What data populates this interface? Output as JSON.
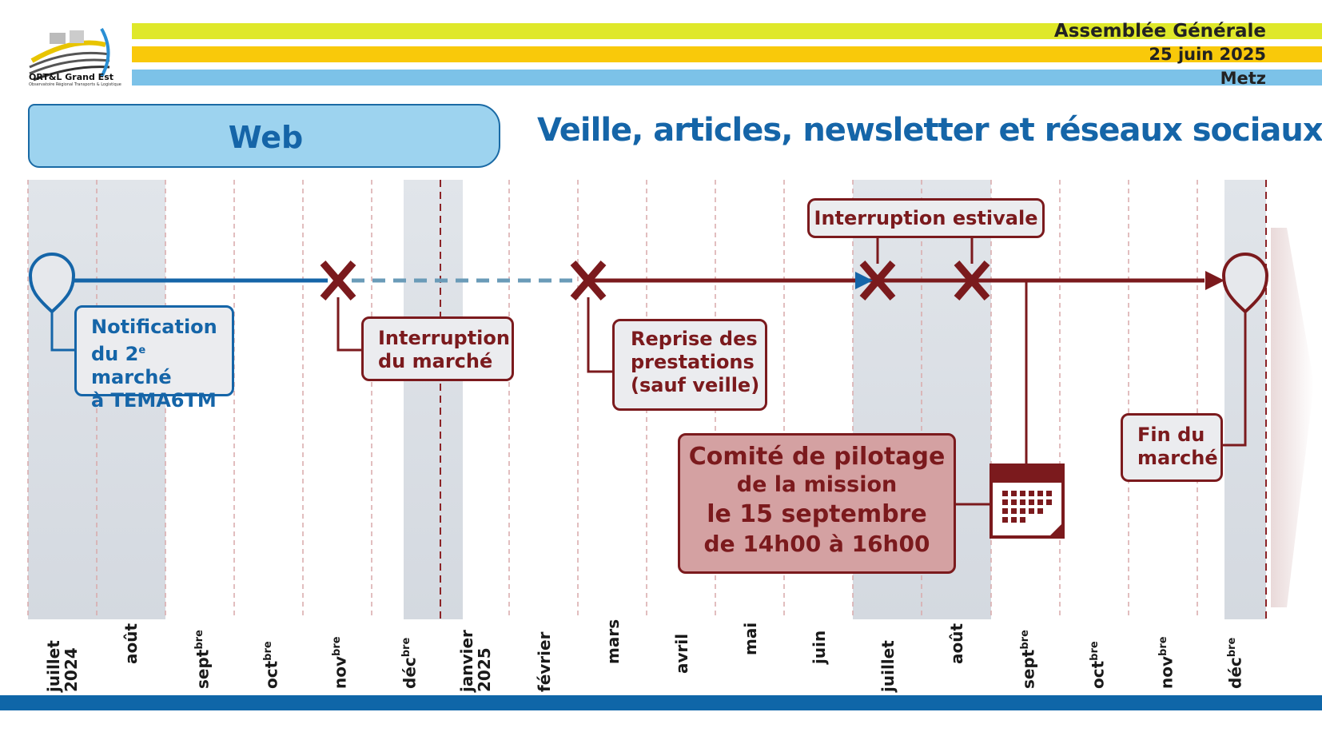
{
  "header": {
    "event": "Assemblée Générale",
    "date": "25 juin 2025",
    "place": "Metz",
    "logo_name": "ORT&L Grand Est",
    "logo_tagline": "Observatoire Régional Transports & Logistique",
    "band_colors": [
      "#dfe82a",
      "#f9c90a",
      "#7cc2e8"
    ]
  },
  "section": {
    "label": "Web",
    "title": "Veille, articles, newsletter et réseaux sociaux"
  },
  "timeline": {
    "months": [
      {
        "label": "juillet",
        "sup": "",
        "year": "2024"
      },
      {
        "label": "août",
        "sup": "",
        "year": ""
      },
      {
        "label": "sept",
        "sup": "bre",
        "year": ""
      },
      {
        "label": "oct",
        "sup": "bre",
        "year": ""
      },
      {
        "label": "nov",
        "sup": "bre",
        "year": ""
      },
      {
        "label": "déc",
        "sup": "bre",
        "year": ""
      },
      {
        "label": "janvier",
        "sup": "",
        "year": "2025"
      },
      {
        "label": "février",
        "sup": "",
        "year": ""
      },
      {
        "label": "mars",
        "sup": "",
        "year": ""
      },
      {
        "label": "avril",
        "sup": "",
        "year": ""
      },
      {
        "label": "mai",
        "sup": "",
        "year": ""
      },
      {
        "label": "juin",
        "sup": "",
        "year": ""
      },
      {
        "label": "juillet",
        "sup": "",
        "year": ""
      },
      {
        "label": "août",
        "sup": "",
        "year": ""
      },
      {
        "label": "sept",
        "sup": "bre",
        "year": ""
      },
      {
        "label": "oct",
        "sup": "bre",
        "year": ""
      },
      {
        "label": "nov",
        "sup": "bre",
        "year": ""
      },
      {
        "label": "déc",
        "sup": "bre",
        "year": ""
      }
    ],
    "events": {
      "notification": {
        "line1": "Notification",
        "line2a": "du 2",
        "line2sup": "e",
        "line2b": " marché",
        "line3": "à TEMA6TM"
      },
      "interruption": "Interruption\ndu marché",
      "reprise": "Reprise des\nprestations\n(sauf veille)",
      "estivale": "Interruption estivale",
      "comite": {
        "l1": "Comité de pilotage",
        "l2": "de la mission",
        "l3": "le 15 septembre",
        "l4": "de 14h00 à 16h00"
      },
      "fin": "Fin du\nmarché"
    },
    "colors": {
      "blue": "#1565a8",
      "red": "#7b1a1d",
      "dashed": "#6a9bb8",
      "shade": "#dfe3e8"
    }
  }
}
